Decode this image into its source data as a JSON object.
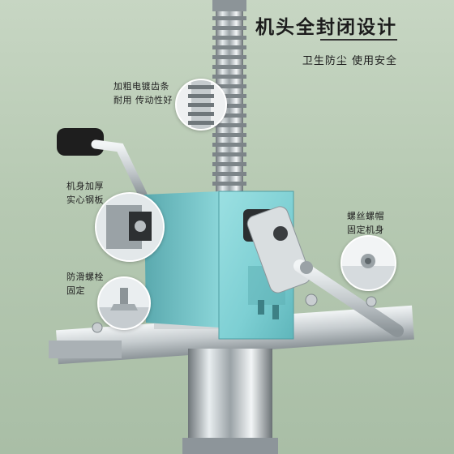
{
  "header": {
    "title": "机头全封闭设计",
    "subtitle": "卫生防尘  使用安全"
  },
  "callouts": {
    "rack": {
      "line1": "加粗电镀齿条",
      "line2": "耐用 传动性好"
    },
    "body": {
      "line1": "机身加厚",
      "line2": "实心钢板"
    },
    "bolt": {
      "line1": "防滑螺栓",
      "line2": "固定"
    },
    "cap": {
      "line1": "螺丝螺帽",
      "line2": "固定机身"
    }
  },
  "colors": {
    "background": "#b8cab4",
    "head_plate": "#7fd0d4",
    "steel": "#d9dde0"
  }
}
